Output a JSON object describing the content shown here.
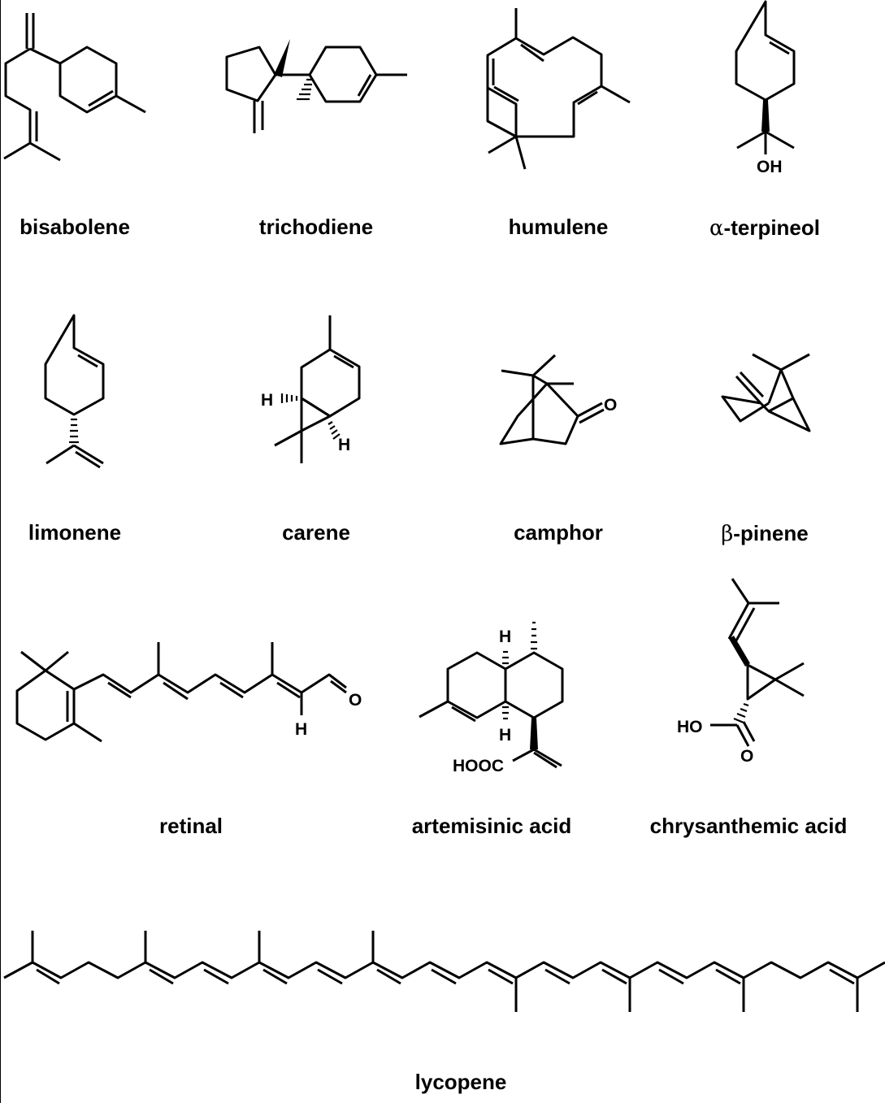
{
  "compounds": [
    {
      "id": "bisabolene",
      "name": "bisabolene"
    },
    {
      "id": "trichodiene",
      "name": "trichodiene"
    },
    {
      "id": "humulene",
      "name": "humulene"
    },
    {
      "id": "alpha-terpineol",
      "prefix": "α",
      "name": "-terpineol",
      "atoms": {
        "oh": "OH"
      }
    },
    {
      "id": "limonene",
      "name": "limonene"
    },
    {
      "id": "carene",
      "name": "carene",
      "atoms": {
        "h1": "H",
        "h2": "H"
      }
    },
    {
      "id": "camphor",
      "name": "camphor",
      "atoms": {
        "o": "O"
      }
    },
    {
      "id": "beta-pinene",
      "prefix": "β",
      "name": "-pinene"
    },
    {
      "id": "retinal",
      "name": "retinal",
      "atoms": {
        "o": "O",
        "h": "H"
      }
    },
    {
      "id": "artemisinic-acid",
      "name": "artemisinic acid",
      "atoms": {
        "h1": "H",
        "h2": "H",
        "acid": "HOOC"
      }
    },
    {
      "id": "chrysanthemic-acid",
      "name": "chrysanthemic acid",
      "atoms": {
        "ho": "HO",
        "o": "O"
      }
    },
    {
      "id": "lycopene",
      "name": "lycopene"
    }
  ]
}
